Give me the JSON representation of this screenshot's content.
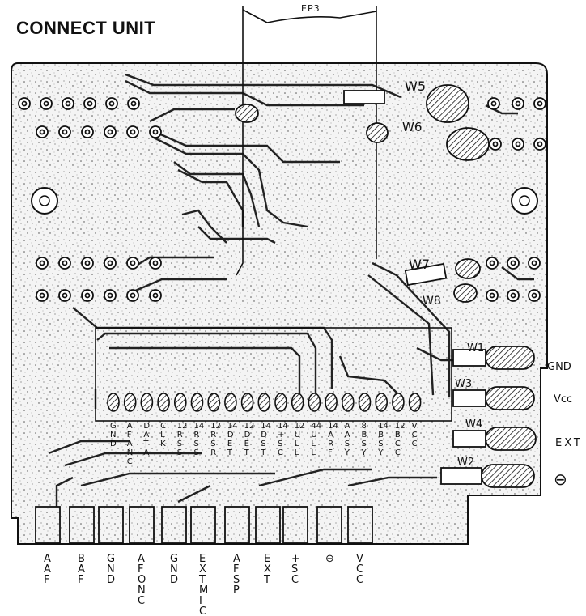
{
  "title": "CONNECT UNIT",
  "cable_label": "EP3",
  "wires": [
    "W5",
    "W6",
    "W7",
    "W8",
    "W1",
    "W3",
    "W4",
    "W2"
  ],
  "side_labels": [
    "GND",
    "Vcc",
    "EXT",
    "⊖"
  ],
  "pin_labels": [
    [
      "G",
      "N",
      "D"
    ],
    [
      "A",
      "F",
      "A",
      "N",
      "C"
    ],
    [
      "D",
      "A",
      "T",
      "A"
    ],
    [
      "C",
      "L",
      "K"
    ],
    [
      "12",
      "R",
      "S",
      "S"
    ],
    [
      "14",
      "R",
      "S",
      "S"
    ],
    [
      "12",
      "R",
      "S",
      "R"
    ],
    [
      "14",
      "D",
      "E",
      "T"
    ],
    [
      "12",
      "D",
      "E",
      "T"
    ],
    [
      "14",
      "D",
      "S",
      "T"
    ],
    [
      "14",
      "+",
      "S",
      "C"
    ],
    [
      "12",
      "U",
      "L",
      "L"
    ],
    [
      "44",
      "U",
      "L",
      "L"
    ],
    [
      "14",
      "A",
      "R",
      "F"
    ],
    [
      "A",
      "A",
      "S",
      "Y"
    ],
    [
      "8",
      "B",
      "S",
      "Y"
    ],
    [
      "14",
      "B",
      "S",
      "Y"
    ],
    [
      "12",
      "B",
      "C",
      "C"
    ],
    [
      "V",
      "C",
      "C"
    ]
  ],
  "bottom_labels": [
    [
      "A",
      "A",
      "F"
    ],
    [
      "B",
      "A",
      "F"
    ],
    [
      "G",
      "N",
      "D"
    ],
    [
      "A",
      "F",
      "O",
      "N",
      "C"
    ],
    [
      "G",
      "N",
      "D"
    ],
    [
      "E",
      "X",
      "T",
      "M",
      "I",
      "C"
    ],
    [
      "A",
      "F",
      "S",
      "P"
    ],
    [
      "E",
      "X",
      "T"
    ],
    [
      "+",
      "S",
      "C"
    ],
    [
      "⊖"
    ],
    [
      "V",
      "C",
      "C"
    ]
  ]
}
